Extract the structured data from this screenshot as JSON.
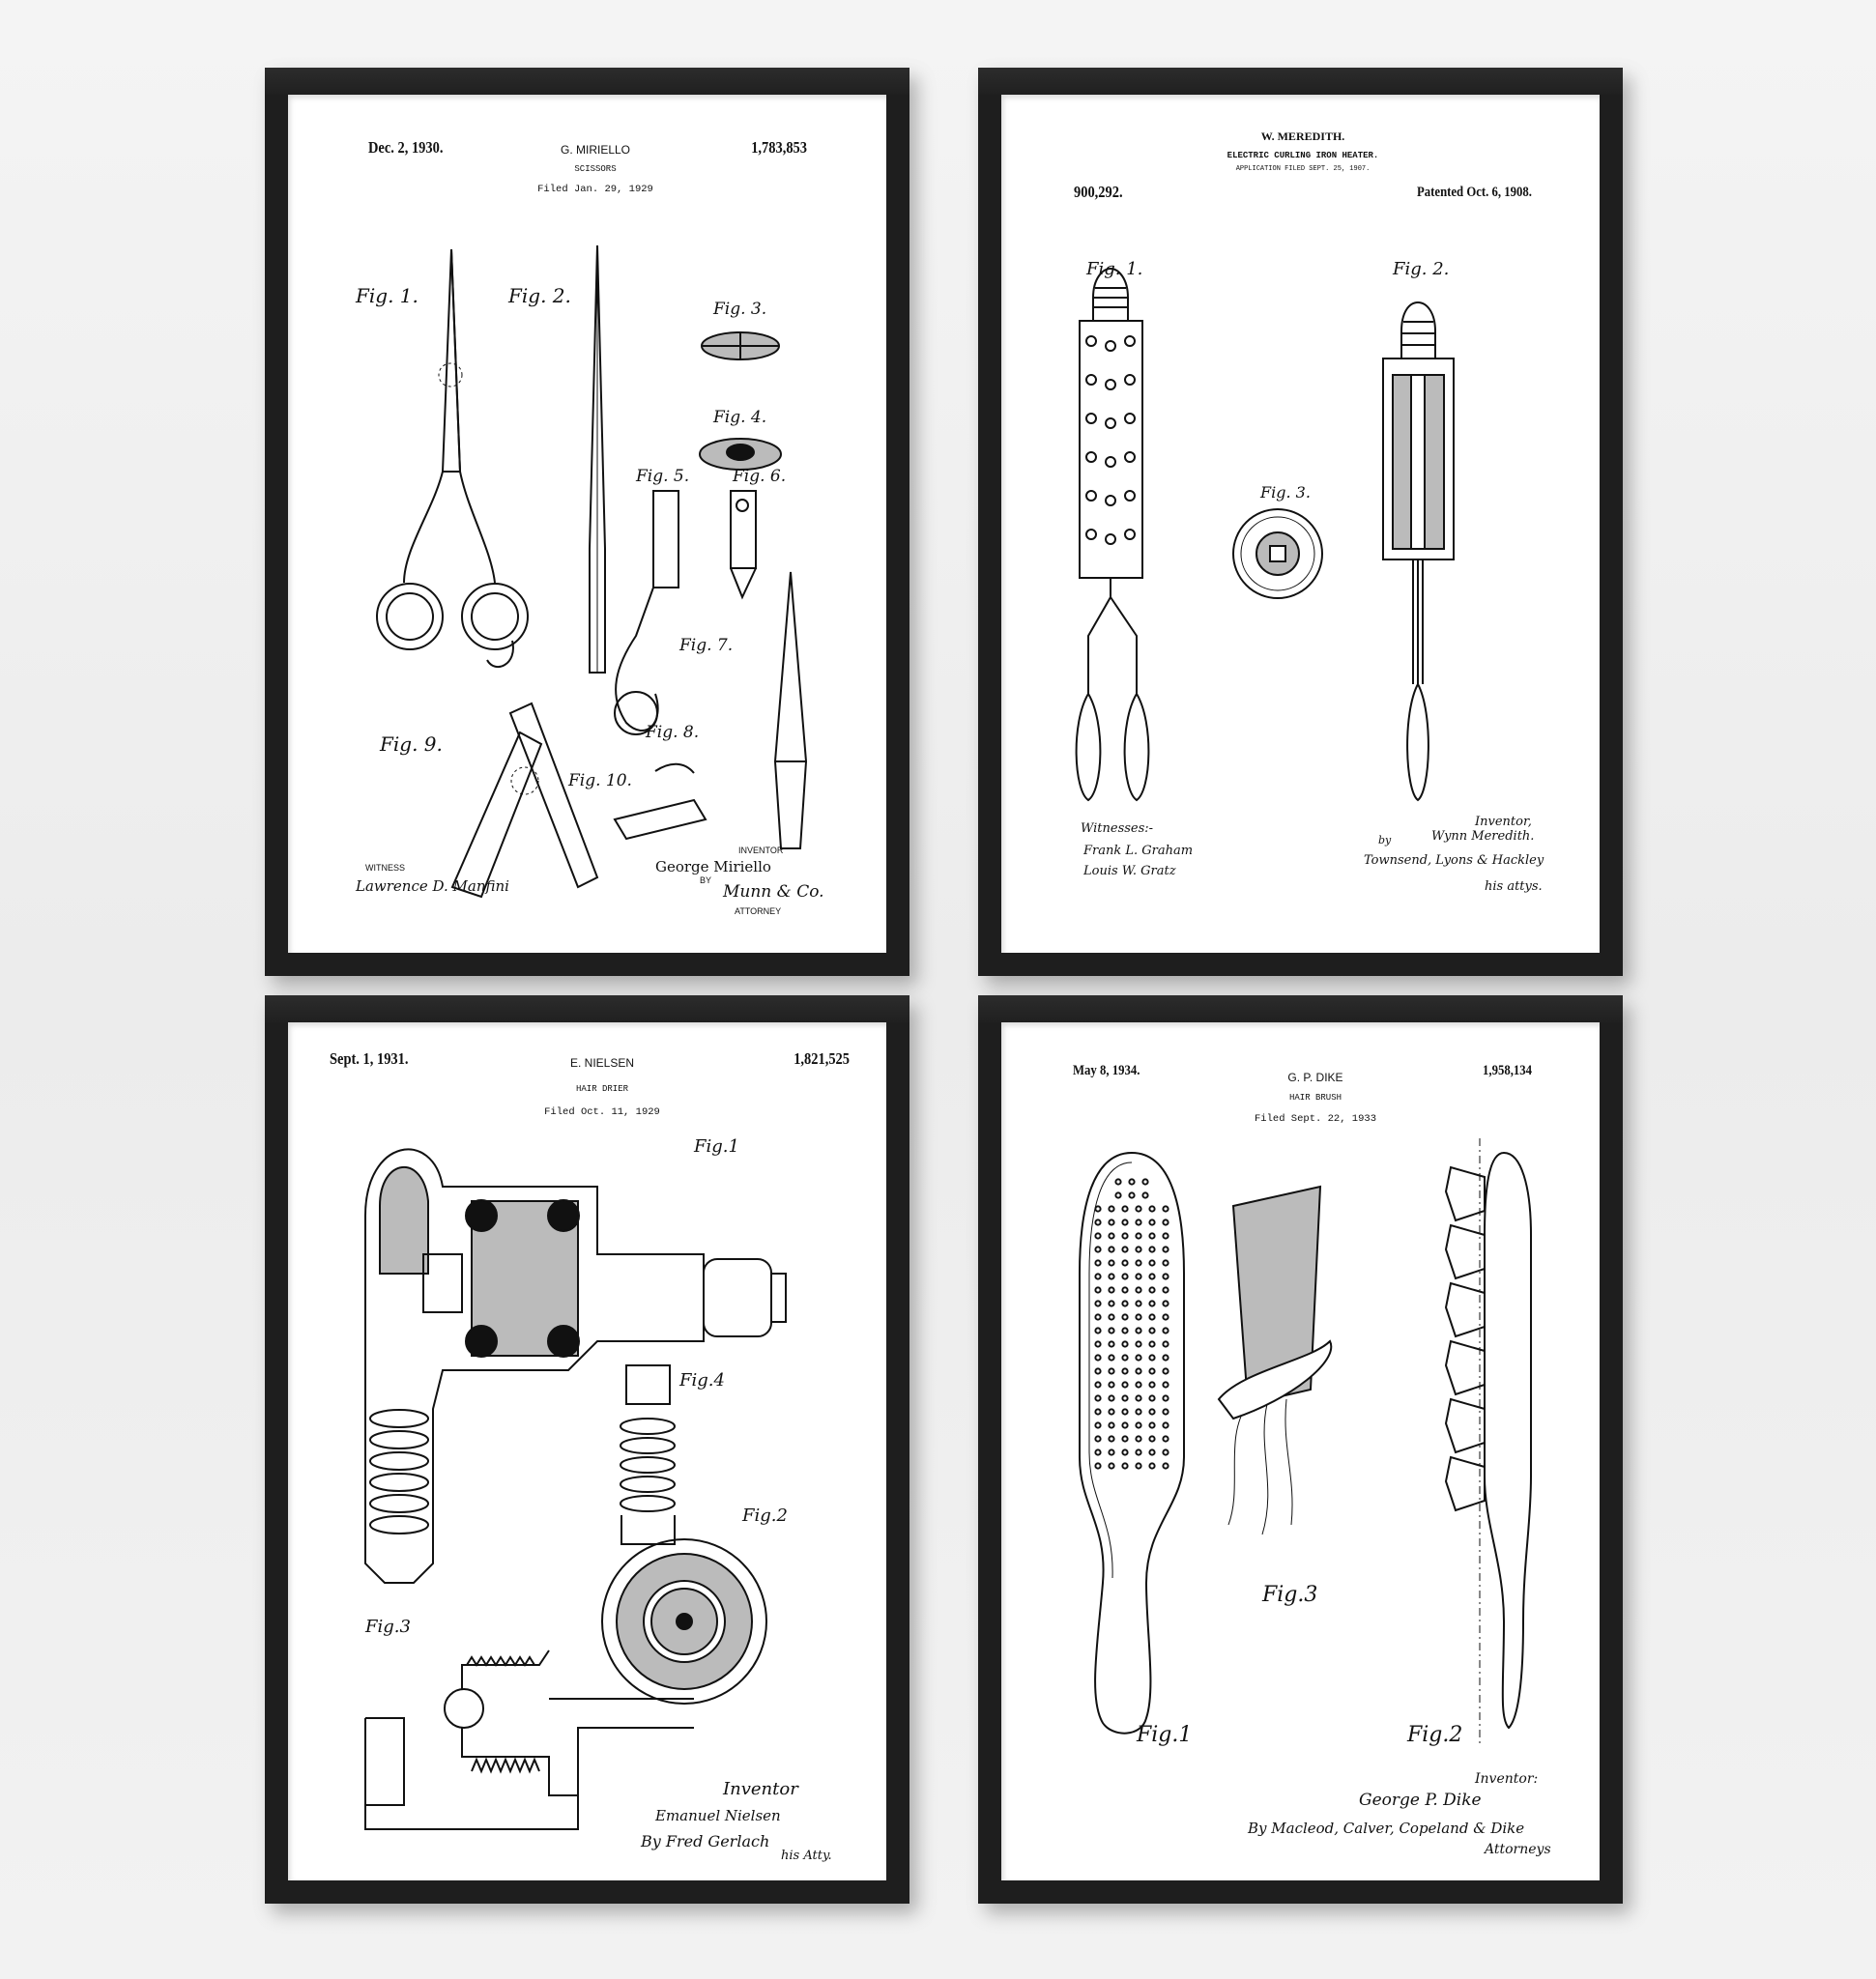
{
  "posters": [
    {
      "date": "Dec. 2, 1930.",
      "inventor": "G. MIRIELLO",
      "number": "1,783,853",
      "title": "SCISSORS",
      "filed": "Filed Jan. 29, 1929",
      "figures": [
        "Fig. 1.",
        "Fig. 2.",
        "Fig. 3.",
        "Fig. 4.",
        "Fig. 5.",
        "Fig. 6.",
        "Fig. 7.",
        "Fig. 8.",
        "Fig. 9.",
        "Fig. 10."
      ],
      "witness_label": "WITNESS",
      "witness_signature": "Lawrence D. Manfini",
      "inventor_label": "INVENTOR",
      "inventor_name": "George Miriello",
      "by_label": "BY",
      "attorney_signature": "Munn & Co.",
      "attorney_label": "ATTORNEY"
    },
    {
      "inventor": "W. MEREDITH.",
      "title": "ELECTRIC CURLING IRON HEATER.",
      "application": "APPLICATION FILED SEPT. 25, 1907.",
      "number": "900,292.",
      "patented": "Patented Oct. 6, 1908.",
      "figures": [
        "Fig. 1.",
        "Fig. 2.",
        "Fig. 3."
      ],
      "witnesses_label": "Witnesses:-",
      "witness_1": "Frank L. Graham",
      "witness_2": "Louis W. Gratz",
      "inventor_label": "Inventor,",
      "inventor_name": "Wynn Meredith.",
      "by_label": "by",
      "attorney_signature": "Townsend, Lyons & Hackley",
      "attorney_label": "his attys."
    },
    {
      "date": "Sept. 1, 1931.",
      "inventor": "E. NIELSEN",
      "number": "1,821,525",
      "title": "HAIR DRIER",
      "filed": "Filed Oct. 11, 1929",
      "figures": [
        "Fig.1",
        "Fig.2",
        "Fig.3",
        "Fig.4"
      ],
      "inventor_label": "Inventor",
      "inventor_name": "Emanuel Nielsen",
      "attorney_signature": "By Fred Gerlach",
      "attorney_label": "his Atty."
    },
    {
      "date": "May 8, 1934.",
      "inventor": "G. P. DIKE",
      "number": "1,958,134",
      "title": "HAIR BRUSH",
      "filed": "Filed Sept. 22, 1933",
      "figures": [
        "Fig.1",
        "Fig.2",
        "Fig.3"
      ],
      "inventor_label": "Inventor:",
      "inventor_name": "George P. Dike",
      "attorney_signature": "By Macleod, Calver, Copeland & Dike",
      "attorney_label": "Attorneys"
    }
  ]
}
